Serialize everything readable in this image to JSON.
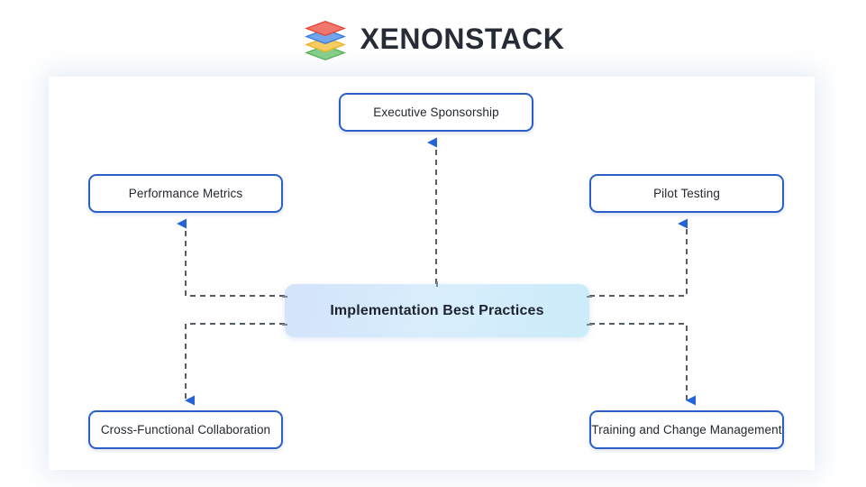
{
  "header": {
    "brand_name": "XENONSTACK",
    "logo_icon": "xenonstack-stacked-layers-logo",
    "logo_layer_colors": [
      "#e8463a",
      "#3b7ddd",
      "#f0b429",
      "#4caf50"
    ]
  },
  "diagram": {
    "type": "hub-and-spoke",
    "center_node": {
      "id": "implementation-best-practices",
      "label": "Implementation Best Practices",
      "fill_start": "#d3e3fb",
      "fill_end": "#cbecfa",
      "text_color": "#1d2430"
    },
    "nodes": [
      {
        "id": "executive-sponsorship",
        "label": "Executive Sponsorship",
        "position": "top-center",
        "border_color": "#2a5fc9",
        "fill": "#ffffff"
      },
      {
        "id": "performance-metrics",
        "label": "Performance Metrics",
        "position": "middle-left",
        "border_color": "#2a5fc9",
        "fill": "#ffffff"
      },
      {
        "id": "pilot-testing",
        "label": "Pilot Testing",
        "position": "middle-right",
        "border_color": "#2a5fc9",
        "fill": "#ffffff"
      },
      {
        "id": "cross-functional-collaboration",
        "label": "Cross-Functional Collaboration",
        "position": "bottom-left",
        "border_color": "#2a5fc9",
        "fill": "#ffffff"
      },
      {
        "id": "training-and-change-management",
        "label": "Training and Change Management",
        "position": "bottom-right",
        "border_color": "#2a5fc9",
        "fill": "#ffffff"
      }
    ],
    "connectors": [
      {
        "from": "implementation-best-practices",
        "to": "executive-sponsorship",
        "style": "dashed",
        "arrowhead": "end",
        "line_color": "#3d434f",
        "arrow_color": "#2563d9"
      },
      {
        "from": "implementation-best-practices",
        "to": "performance-metrics",
        "style": "dashed",
        "arrowhead": "end",
        "line_color": "#3d434f",
        "arrow_color": "#2563d9"
      },
      {
        "from": "implementation-best-practices",
        "to": "pilot-testing",
        "style": "dashed",
        "arrowhead": "end",
        "line_color": "#3d434f",
        "arrow_color": "#2563d9"
      },
      {
        "from": "implementation-best-practices",
        "to": "cross-functional-collaboration",
        "style": "dashed",
        "arrowhead": "end",
        "line_color": "#3d434f",
        "arrow_color": "#2563d9"
      },
      {
        "from": "implementation-best-practices",
        "to": "training-and-change-management",
        "style": "dashed",
        "arrowhead": "end",
        "line_color": "#3d434f",
        "arrow_color": "#2563d9"
      }
    ]
  }
}
